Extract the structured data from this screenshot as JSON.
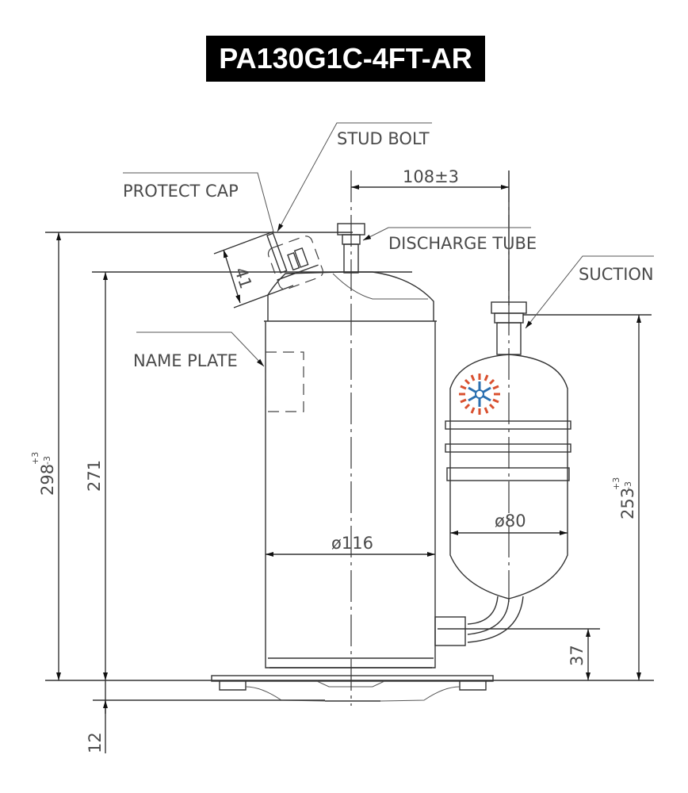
{
  "title": "PA130G1C-4FT-AR",
  "labels": {
    "stud_bolt": "STUD BOLT",
    "protect_cap": "PROTECT CAP",
    "discharge_tube": "DISCHARGE TUBE",
    "suction": "SUCTION",
    "name_plate": "NAME PLATE"
  },
  "dimensions": {
    "discharge_to_suction": "108±3",
    "cap_height": "41",
    "overall_height": "298",
    "overall_height_tol_plus": "+3",
    "overall_height_tol_minus": "-3",
    "shell_height": "271",
    "accumulator_height": "253",
    "accumulator_height_tol_plus": "+3",
    "accumulator_height_tol_minus": "-3",
    "shell_diameter": "ø116",
    "accumulator_diameter": "ø80",
    "suction_inlet_height": "37",
    "base_depth": "12"
  },
  "logo": {
    "name": "snowflake-sun-logo",
    "colors": {
      "flame": "#d9502f",
      "snowflake": "#2a6fb0"
    }
  }
}
